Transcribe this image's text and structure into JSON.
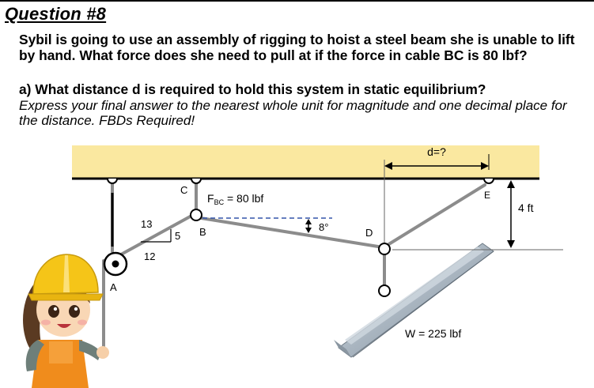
{
  "question_title": "Question #8",
  "problem_text": "Sybil is going to use an assembly of rigging to hoist a steel beam she is unable to lift by hand. What force does she need to pull at if the force in cable BC is 80 lbf?",
  "part_a": "a) What distance d is required to hold this system in static equilibrium?",
  "instructions": "Express your final answer to the nearest whole unit for magnitude and one decimal place for the distance. FBDs Required!",
  "diagram": {
    "points": {
      "A": "A",
      "B": "B",
      "C": "C",
      "D": "D",
      "E": "E"
    },
    "force_label_prefix": "F",
    "force_label_sub": "BC",
    "force_label_value": " = 80 lbf",
    "angle_label": "8°",
    "slope_hyp": "13",
    "slope_vert": "5",
    "slope_horiz": "12",
    "distance_label": "d=?",
    "height_label": "4 ft",
    "weight_label": "W = 225 lbf"
  },
  "colors": {
    "ceiling": "#fae8a0",
    "rope": "#8c8c8c",
    "dashed": "#3355aa",
    "beam": "#b8c2cc",
    "helmet": "#f5c518",
    "overalls": "#f08c1c"
  }
}
